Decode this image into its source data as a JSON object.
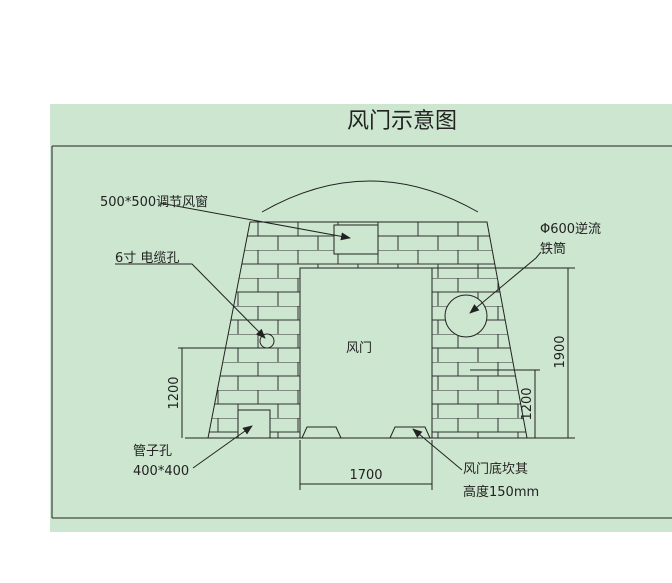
{
  "title": "风门示意图",
  "labels": {
    "window": "500*500调节风窗",
    "cable_hole": "6寸 电缆孔",
    "iron_tube_line1": "Φ600逆流",
    "iron_tube_line2": "铁筒",
    "door": "风门",
    "pipe_hole_line1": "管子孔",
    "pipe_hole_line2": "400*400",
    "sill_line1": "风门底坎其",
    "sill_line2": "高度150mm"
  },
  "dimensions": {
    "door_width": "1700",
    "left_height": "1200",
    "right_height_tube": "1200",
    "door_height": "1900"
  },
  "colors": {
    "background": "#cde6cf",
    "line": "#222222"
  }
}
